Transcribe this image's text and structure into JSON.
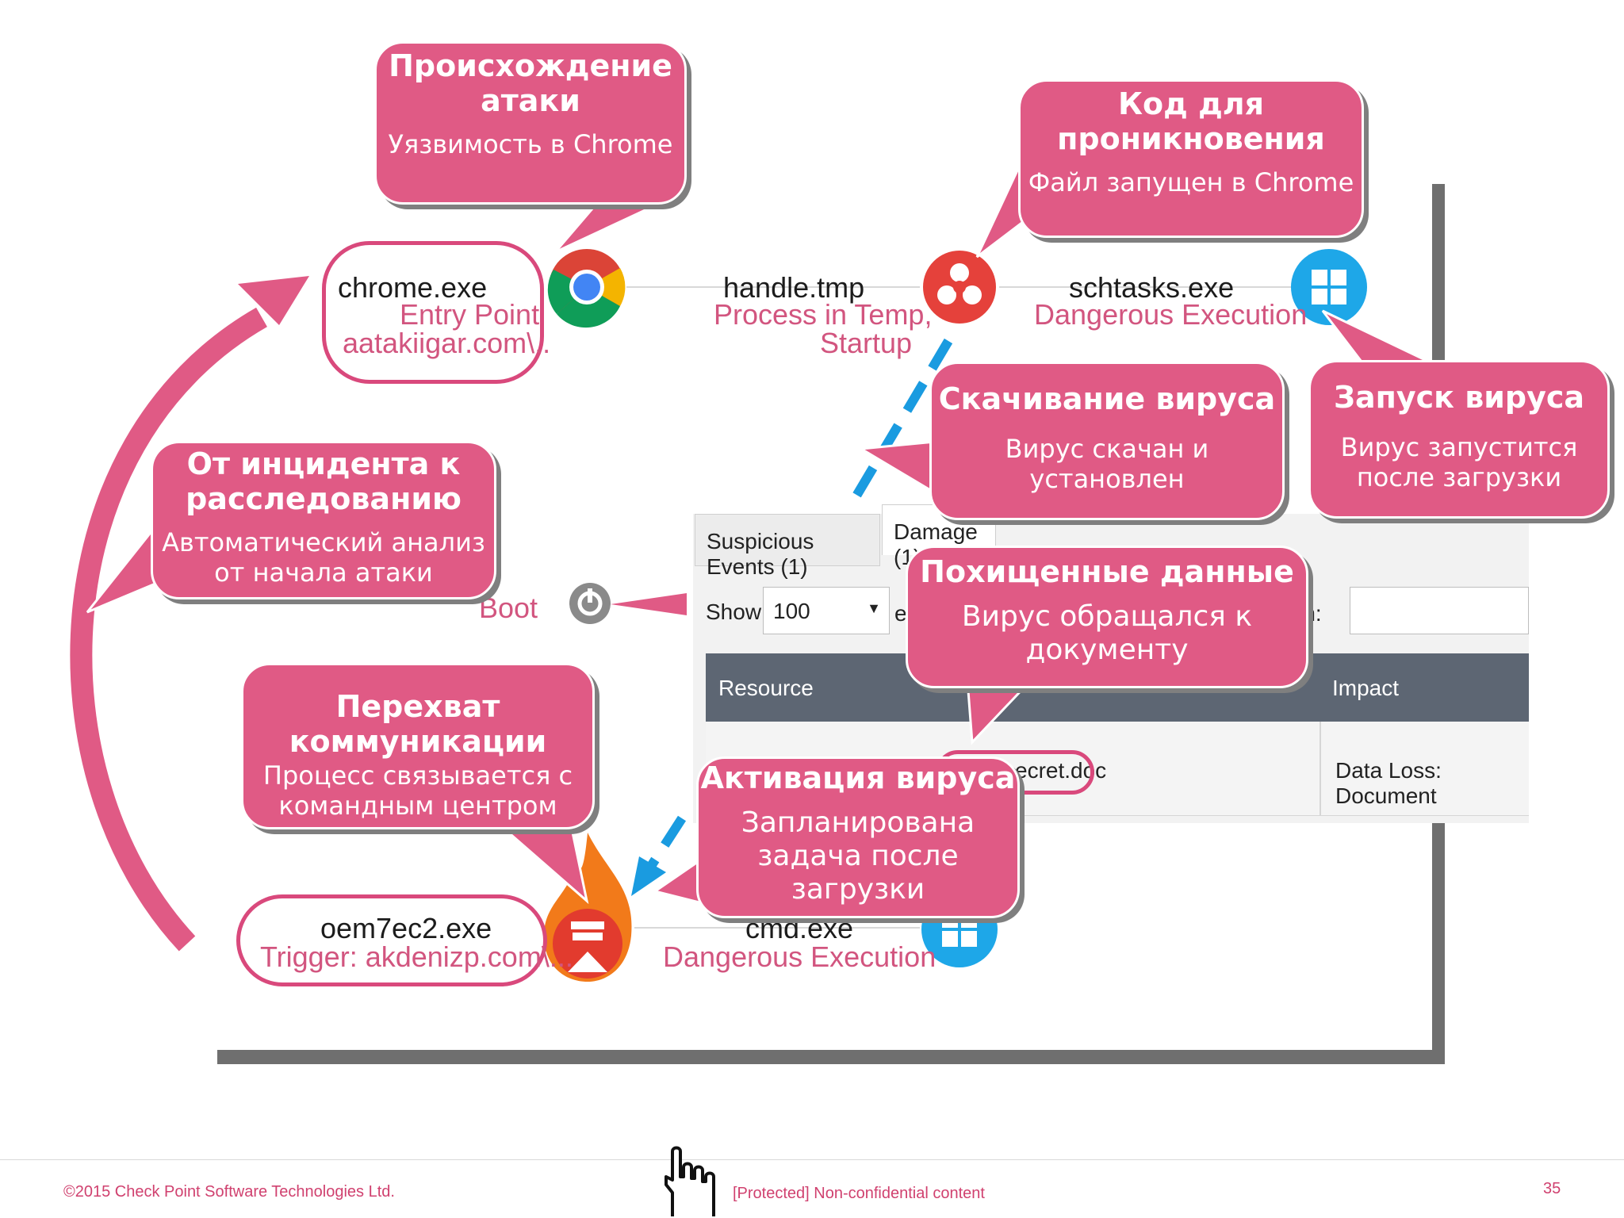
{
  "processes": {
    "chrome": {
      "name": "chrome.exe",
      "sub1": "Entry Point",
      "sub2": "aatakiigar.com\\.."
    },
    "handle": {
      "name": "handle.tmp",
      "sub1": "Process in Temp,",
      "sub2": "Startup"
    },
    "schtasks": {
      "name": "schtasks.exe",
      "sub1": "Dangerous Execution"
    },
    "boot": {
      "name": "Boot"
    },
    "oem": {
      "name": "oem7ec2.exe",
      "sub1": "Trigger: akdenizp.com\\..."
    },
    "cmd": {
      "name": "cmd.exe",
      "sub1": "Dangerous Execution"
    }
  },
  "callouts": {
    "origin": {
      "title": "Происхождение атаки",
      "text": "Уязвимость в Chrome"
    },
    "code": {
      "title": "Код для проникновения",
      "text": "Файл запущен в Chrome"
    },
    "download": {
      "title": "Скачивание вируса",
      "text": "Вирус скачан и установлен"
    },
    "launch": {
      "title": "Запуск вируса",
      "text": "Вирус запустится после загрузки"
    },
    "incident": {
      "title": "От инцидента к расследованию",
      "text": "Автоматический анализ от начала атаки"
    },
    "stolen": {
      "title": "Похищенные данные",
      "text": "Вирус обращался к документу"
    },
    "intercept": {
      "title": "Перехват коммуникации",
      "text": "Процесс связывается с командным центром"
    },
    "activation": {
      "title": "Активация вируса",
      "text": "Запланирована задача после загрузки"
    }
  },
  "panel": {
    "tab_suspicious": "Suspicious Events (1)",
    "tab_damage": "Damage (1)",
    "show_label": "Show",
    "show_value": "100",
    "entries_fragment": "e",
    "search_fragment": "rch:",
    "col_resource": "Resource",
    "col_impact": "Impact",
    "row_resource": "ecret.doc",
    "row_impact": "Data Loss: Document"
  },
  "footer": {
    "copyright": "©2015 Check Point Software Technologies Ltd.",
    "classification": "[Protected] Non-confidential content",
    "page": "35"
  },
  "colors": {
    "accent": "#e05a85",
    "frame": "#6f6f6f",
    "dashed": "#1a9be0"
  }
}
